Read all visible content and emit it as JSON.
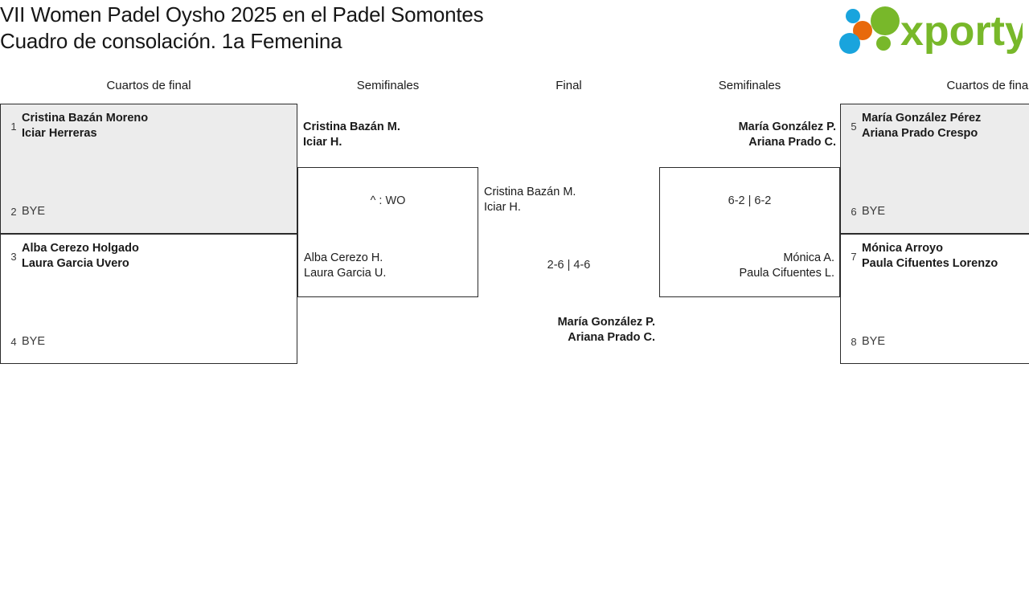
{
  "header": {
    "title_line1": "VII Women Padel Oysho 2025 en el Padel Somontes",
    "title_line2": "Cuadro de consolación. 1a Femenina",
    "logo_text": "xporty",
    "logo_colors": {
      "green": "#78b82a",
      "blue": "#19a4dd",
      "orange": "#e8690b"
    }
  },
  "columns": [
    {
      "label": "Cuartos de final"
    },
    {
      "label": "Semifinales"
    },
    {
      "label": "Final"
    },
    {
      "label": "Semifinales"
    },
    {
      "label": "Cuartos de final"
    }
  ],
  "bracket": {
    "left": {
      "quarterfinals": [
        {
          "shaded": true,
          "top": {
            "seed": "1",
            "winner": true,
            "players": [
              "Cristina Bazán Moreno",
              "Iciar Herreras"
            ]
          },
          "bottom": {
            "seed": "2",
            "bye": "BYE"
          }
        },
        {
          "shaded": false,
          "top": {
            "seed": "3",
            "winner": true,
            "players": [
              "Alba Cerezo Holgado",
              "Laura Garcia Uvero"
            ]
          },
          "bottom": {
            "seed": "4",
            "bye": "BYE"
          }
        }
      ],
      "semifinal": {
        "top": {
          "winner": true,
          "players": [
            "Cristina Bazán M.",
            "Iciar H."
          ]
        },
        "bottom": {
          "winner": false,
          "players": [
            "Alba Cerezo H.",
            "Laura Garcia U."
          ]
        },
        "score": "^ : WO"
      }
    },
    "final": {
      "left_side": {
        "winner": false,
        "players": [
          "Cristina Bazán M.",
          "Iciar H."
        ]
      },
      "right_side": {
        "winner": true,
        "players": [
          "María González P.",
          "Ariana Prado C."
        ]
      },
      "score": "2-6 | 4-6"
    },
    "right": {
      "quarterfinals": [
        {
          "shaded": true,
          "top": {
            "seed": "5",
            "winner": true,
            "players": [
              "María González Pérez",
              "Ariana Prado Crespo"
            ]
          },
          "bottom": {
            "seed": "6",
            "bye": "BYE"
          }
        },
        {
          "shaded": false,
          "top": {
            "seed": "7",
            "winner": true,
            "players": [
              "Mónica Arroyo",
              "Paula Cifuentes Lorenzo"
            ]
          },
          "bottom": {
            "seed": "8",
            "bye": "BYE"
          }
        }
      ],
      "semifinal": {
        "top": {
          "winner": true,
          "players": [
            "María González P.",
            "Ariana Prado C."
          ]
        },
        "bottom": {
          "winner": false,
          "players": [
            "Mónica A.",
            "Paula Cifuentes L."
          ]
        },
        "score": "6-2 | 6-2"
      }
    }
  }
}
